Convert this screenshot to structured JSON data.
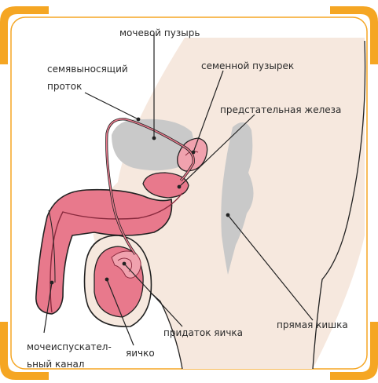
{
  "labels": {
    "bladder": "мочевой пузырь",
    "vas_deferens_1": "семявыносящий",
    "vas_deferens_2": "проток",
    "seminal_vesicle": "семенной пузырек",
    "prostate": "предстательная железа",
    "epididymis": "придаток яичка",
    "rectum": "прямая кишка",
    "urethra_1": "мочеиспускател-",
    "urethra_2": "ьный канал",
    "testis": "яичко"
  },
  "colors": {
    "frame": "#f5a623",
    "skin": "#f6e8de",
    "organ_pink": "#e8798c",
    "organ_gray": "#c9c9c9",
    "outline": "#222222"
  }
}
